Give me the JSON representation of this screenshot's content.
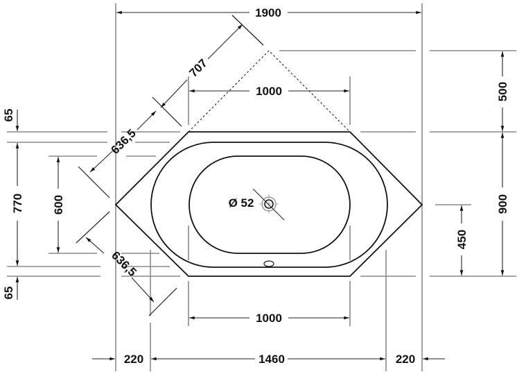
{
  "drawing": {
    "title": "Hexagonal bathtub dimension drawing",
    "units": "mm",
    "dimensions": {
      "overall_width": "1900",
      "diagonal_top": "707",
      "diagonal_left_top": "636,5",
      "diagonal_left_bottom": "636,5",
      "top_flat_width": "1000",
      "bottom_flat_width": "1000",
      "inner_width_total": "1460",
      "left_offset": "220",
      "right_offset": "220",
      "right_top_height": "500",
      "right_total_height": "900",
      "right_half_height": "450",
      "left_height_outer": "770",
      "left_height_inner": "600",
      "left_top_offset": "65",
      "left_bottom_offset": "65",
      "drain_diameter": "Ø 52"
    },
    "colors": {
      "outline": "#111111",
      "extension_lines": "#8a8a8a",
      "background": "#ffffff"
    }
  }
}
